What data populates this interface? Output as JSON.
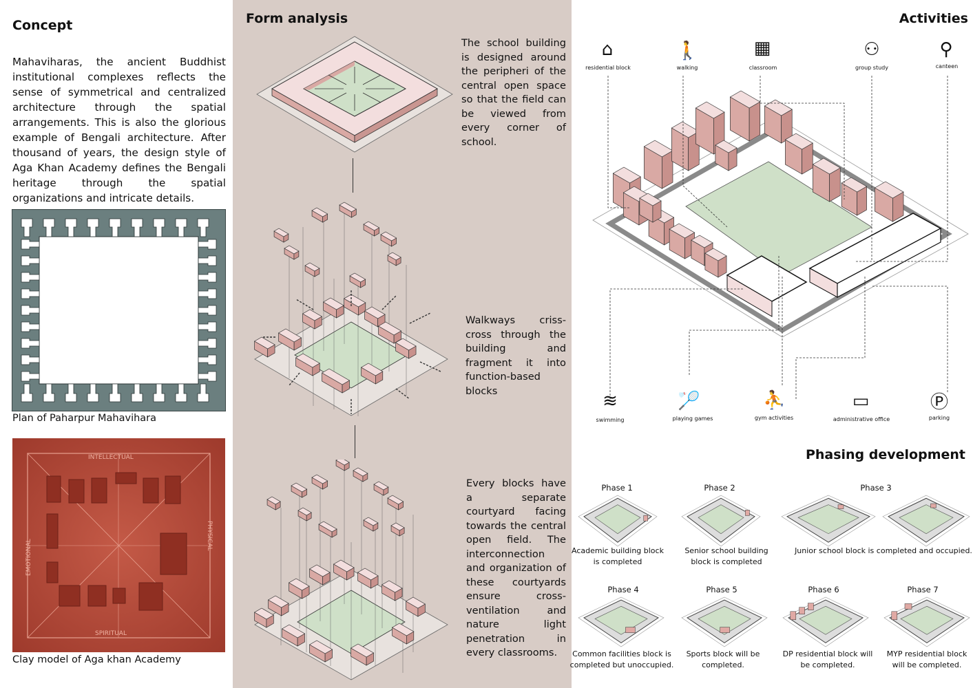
{
  "concept": {
    "title": "Concept",
    "paragraph": "Mahaviharas, the ancient Buddhist institutional complexes reflects the sense of symmetrical and centralized architecture through the spatial arrangements. This is also the glorious example of Bengali architecture. After thousand of years, the design style of  Aga Khan Academy defines  the Bengali heritage through the spatial organizations and intricate details.",
    "plan_caption": "Plan of Paharpur Mahavihara",
    "clay_caption": "Clay model of Aga khan Academy",
    "clay_labels": {
      "top": "INTELLECTUAL",
      "bottom": "SPIRITUAL",
      "right": "PHYSICAL",
      "left": "EMOTIONAL"
    }
  },
  "form_analysis": {
    "title": "Form analysis",
    "steps": [
      {
        "text": "The school building is designed around the peripheri of the central open space so that the field can be viewed from every corner of school."
      },
      {
        "text": "Walkways criss-cross through the building and fragment it into function-based blocks"
      },
      {
        "text": "Every blocks have a separate courtyard facing towards the central open field. The interconnection and organization of these courtyards ensure cross-ventilation and nature light penetration in every classrooms."
      }
    ]
  },
  "activities": {
    "title": "Activities",
    "top": [
      {
        "label": "residential block",
        "icon": "house-icon"
      },
      {
        "label": "walking",
        "icon": "walking-icon"
      },
      {
        "label": "classroom",
        "icon": "classroom-icon"
      },
      {
        "label": "group study",
        "icon": "group-study-icon"
      },
      {
        "label": "canteen",
        "icon": "canteen-icon"
      }
    ],
    "bottom": [
      {
        "label": "swimming",
        "icon": "swimming-icon"
      },
      {
        "label": "playing games",
        "icon": "badminton-icon"
      },
      {
        "label": "gym activities",
        "icon": "treadmill-icon"
      },
      {
        "label": "administrative office",
        "icon": "office-desk-icon"
      },
      {
        "label": "parking",
        "icon": "parking-icon"
      }
    ]
  },
  "phasing": {
    "title": "Phasing development",
    "row1": [
      {
        "title": "Phase 1",
        "caption": "Academic building block is completed"
      },
      {
        "title": "Phase 2",
        "caption": "Senior school building block is completed"
      },
      {
        "title": "Phase 3",
        "caption": "Junior school block is completed and occupied."
      }
    ],
    "row2": [
      {
        "title": "Phase 4",
        "caption": "Common facilities block is completed but unoccupied."
      },
      {
        "title": "Phase 5",
        "caption": "Sports block will be completed."
      },
      {
        "title": "Phase 6",
        "caption": "DP residential block will be completed."
      },
      {
        "title": "Phase 7",
        "caption": "MYP residential block will be completed."
      }
    ]
  },
  "colors": {
    "panel": "#d8ccc6",
    "block_top": "#f3dede",
    "block_side": "#d9a9a4",
    "field": "#cfe0c8",
    "plan": "#6b7f7f",
    "clay": "#b84a3a"
  }
}
